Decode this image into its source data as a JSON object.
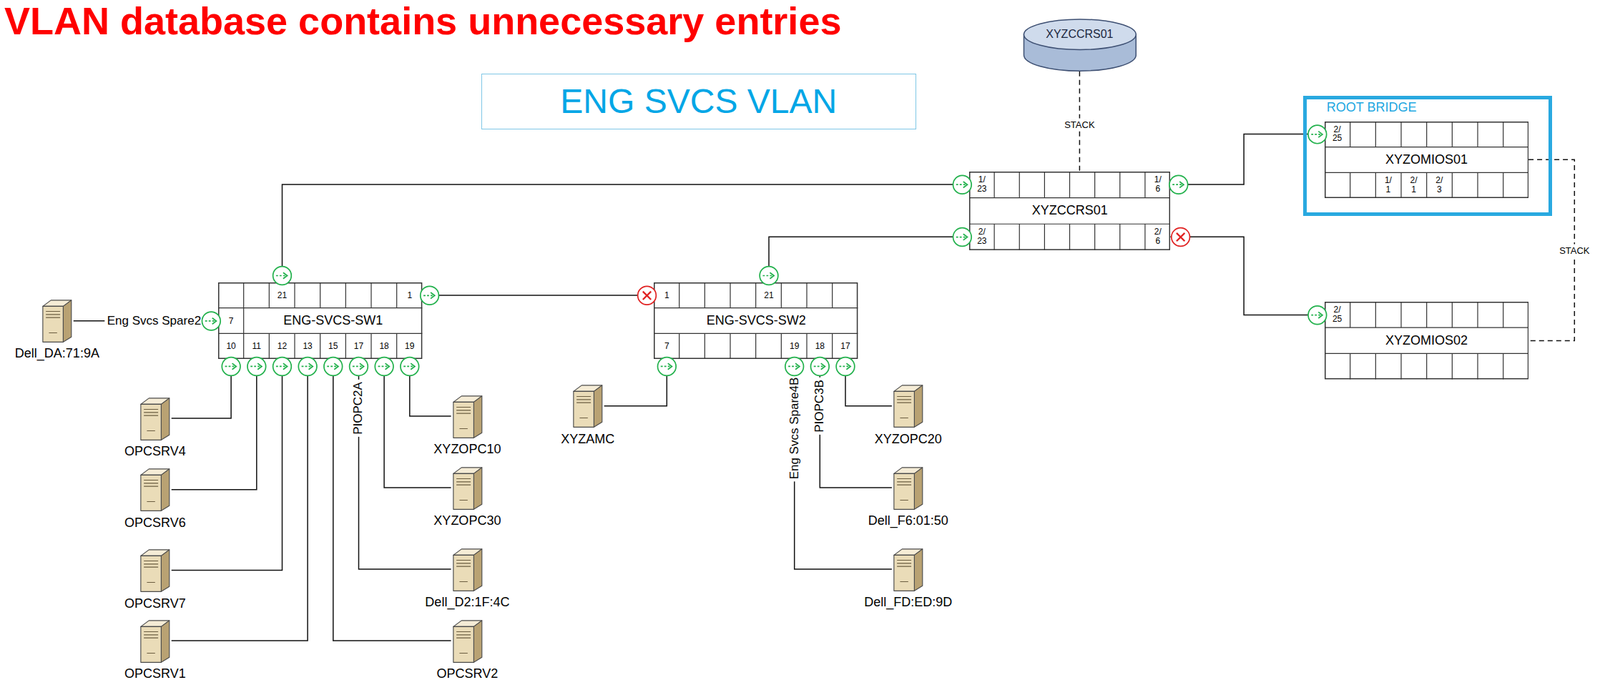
{
  "diagram": {
    "title": "VLAN database contains unnecessary entries",
    "nodes": [
      {
        "text": [
          "XYZCCRS01"
        ]
      },
      {
        "text": [
          "ENG SVCS VLAN"
        ]
      },
      {
        "text": [
          "ROOT BRIDGE"
        ]
      },
      {
        "text": [
          "XYZOMIOS01"
        ],
        "in": 2
      },
      {
        "text": [
          "XYZCCRS01"
        ]
      },
      {
        "text": [
          "ENG-SVCS-SW1"
        ]
      },
      {
        "text": [
          "ENG-SVCS-SW2"
        ]
      },
      {
        "text": [
          "XYZOMIOS02"
        ]
      },
      {
        "text": [
          "Dell_DA:71:9A"
        ]
      },
      {
        "text": [
          "XYZAMC"
        ]
      },
      {
        "text": [
          "XYZOPC20"
        ]
      },
      {
        "text": [
          "OPCSRV4"
        ]
      },
      {
        "text": [
          "XYZOPC10"
        ]
      },
      {
        "text": [
          "XYZOPC30"
        ]
      },
      {
        "text": [
          "OPCSRV6"
        ]
      },
      {
        "text": [
          "Dell_F6:01:50"
        ]
      },
      {
        "text": [
          "OPCSRV7"
        ]
      },
      {
        "text": [
          "Dell_D2:1F:4C"
        ]
      },
      {
        "text": [
          "Dell_FD:ED:9D"
        ]
      },
      {
        "text": [
          "OPCSRV1"
        ]
      },
      {
        "text": [
          "OPCSRV2"
        ]
      }
    ],
    "edges": [
      {
        "from": 0,
        "to": 4,
        "label": "STACK",
        "arrow": "none"
      },
      {
        "from": 3,
        "to": 7,
        "label": "STACK",
        "arrow": "none"
      },
      {
        "from": 5,
        "to": 4,
        "arrow": "none"
      },
      {
        "from": 6,
        "to": 4,
        "arrow": "none"
      },
      {
        "from": 4,
        "to": 3,
        "arrow": "none"
      },
      {
        "from": 4,
        "to": 7,
        "arrow": "none"
      },
      {
        "from": 5,
        "to": 6,
        "arrow": "none"
      },
      {
        "from": 8,
        "to": 5,
        "label": "Eng Svcs Spare2",
        "arrow": "none"
      },
      {
        "from": 11,
        "to": 5,
        "arrow": "none"
      },
      {
        "from": 14,
        "to": 5,
        "arrow": "none"
      },
      {
        "from": 16,
        "to": 5,
        "arrow": "none"
      },
      {
        "from": 19,
        "to": 5,
        "arrow": "none"
      },
      {
        "from": 20,
        "to": 5,
        "arrow": "none"
      },
      {
        "from": 17,
        "to": 5,
        "label": "PIOPC2A",
        "arrow": "none"
      },
      {
        "from": 13,
        "to": 5,
        "arrow": "none"
      },
      {
        "from": 12,
        "to": 5,
        "arrow": "none"
      },
      {
        "from": 9,
        "to": 6,
        "arrow": "none"
      },
      {
        "from": 18,
        "to": 6,
        "label": "Eng Svcs Spare4B",
        "arrow": "none"
      },
      {
        "from": 15,
        "to": 6,
        "label": "PIOPC3B",
        "arrow": "none"
      },
      {
        "from": 10,
        "to": 6,
        "arrow": "none"
      }
    ],
    "labels": [
      "1/ 23",
      "1/ 6",
      "2/ 23",
      "2/ 6",
      "2/ 25",
      "1/ 1",
      "2/ 1",
      "2/ 3",
      "2/ 25",
      "21",
      "1",
      "7",
      "10",
      "11",
      "12",
      "13",
      "15",
      "17",
      "18",
      "19",
      "1",
      "21",
      "7",
      "19",
      "18",
      "17"
    ]
  }
}
